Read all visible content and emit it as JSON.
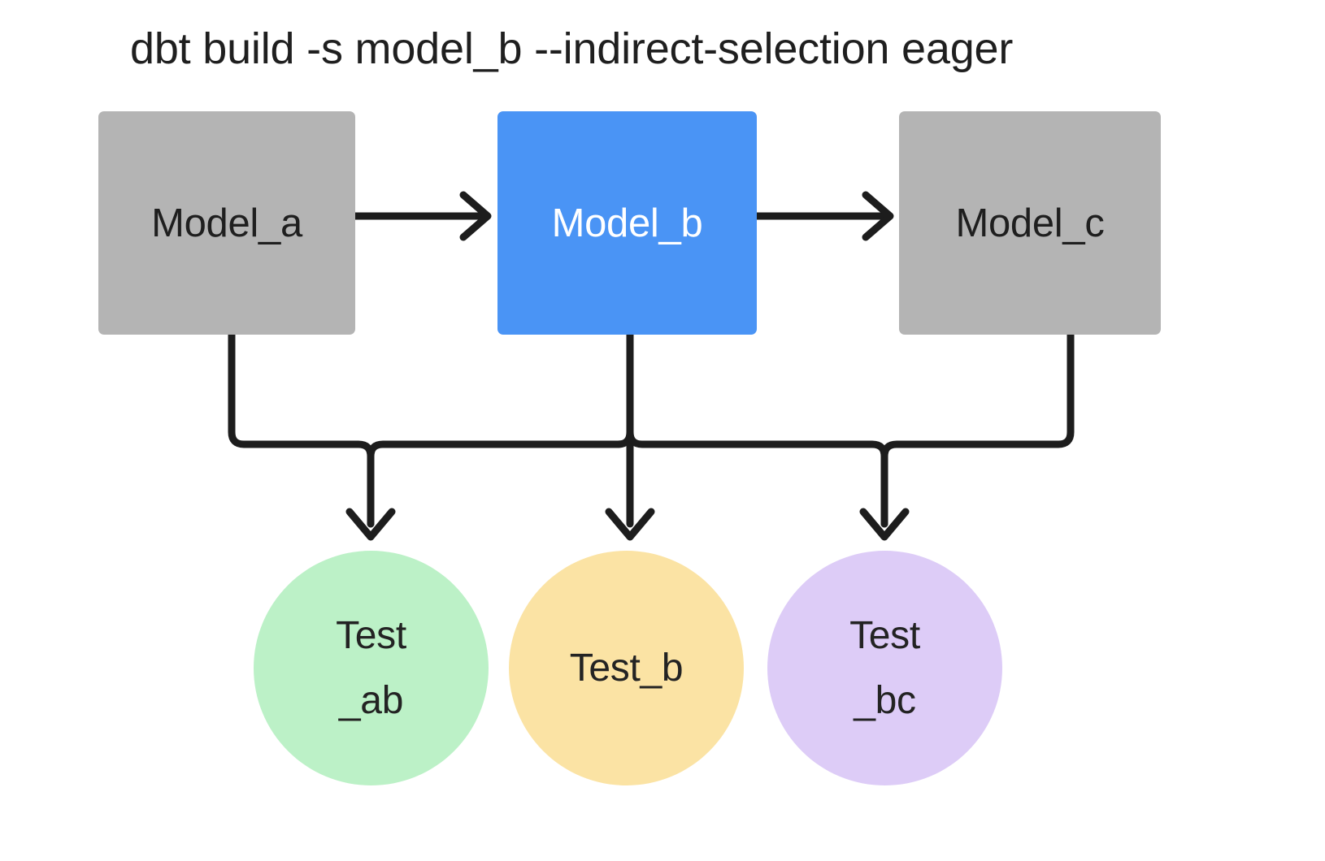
{
  "title": "dbt build -s model_b --indirect-selection eager",
  "colors": {
    "background": "#ffffff",
    "model_default_fill": "#b4b4b4",
    "model_selected_fill": "#4a94f5",
    "model_default_text": "#1f1f1f",
    "model_selected_text": "#ffffff",
    "test_ab_fill": "#bcf1c7",
    "test_b_fill": "#fbe3a4",
    "test_bc_fill": "#ddccf7",
    "test_text": "#232323",
    "edge_stroke": "#1d1d1d"
  },
  "models": [
    {
      "id": "model_a",
      "label": "Model_a",
      "selected": false
    },
    {
      "id": "model_b",
      "label": "Model_b",
      "selected": true
    },
    {
      "id": "model_c",
      "label": "Model_c",
      "selected": false
    }
  ],
  "tests": [
    {
      "id": "test_ab",
      "line1": "Test",
      "line2": "_ab"
    },
    {
      "id": "test_b",
      "line1": "Test_b",
      "line2": ""
    },
    {
      "id": "test_bc",
      "line1": "Test",
      "line2": "_bc"
    }
  ],
  "edges": [
    {
      "from": "model_a",
      "to": "model_b",
      "kind": "model-to-model"
    },
    {
      "from": "model_b",
      "to": "model_c",
      "kind": "model-to-model"
    },
    {
      "from": "model_a",
      "to": "test_ab",
      "kind": "model-to-test"
    },
    {
      "from": "model_b",
      "to": "test_ab",
      "kind": "model-to-test"
    },
    {
      "from": "model_b",
      "to": "test_b",
      "kind": "model-to-test"
    },
    {
      "from": "model_b",
      "to": "test_bc",
      "kind": "model-to-test"
    },
    {
      "from": "model_c",
      "to": "test_bc",
      "kind": "model-to-test"
    }
  ]
}
